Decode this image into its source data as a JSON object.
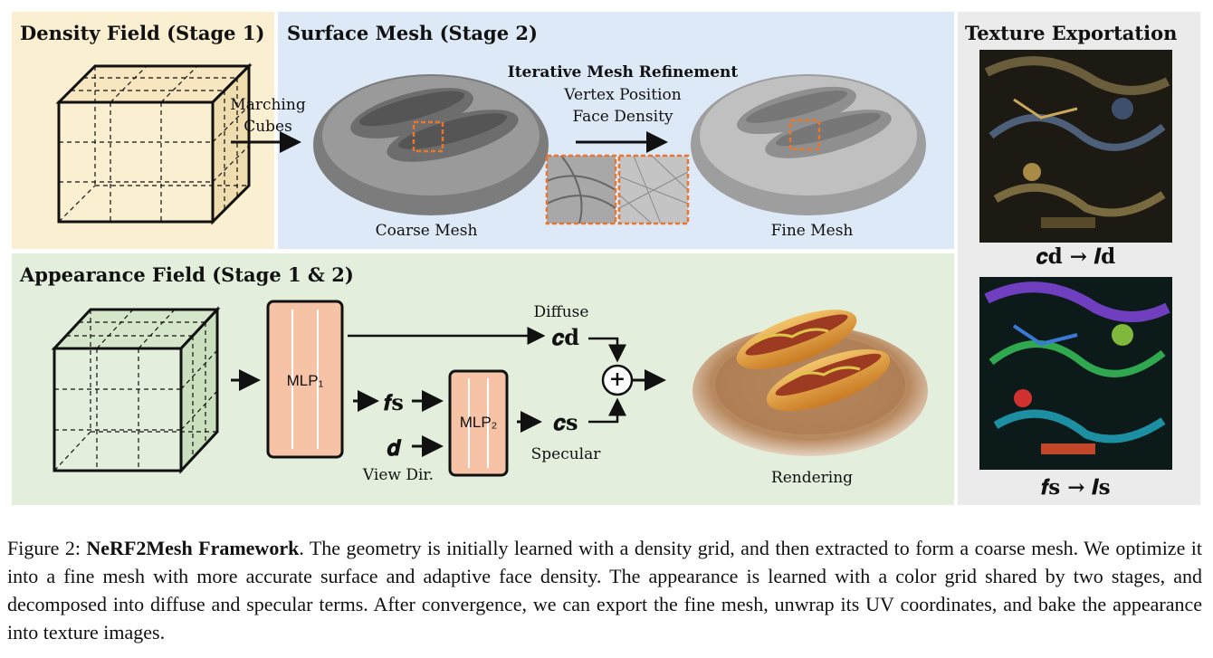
{
  "panels": {
    "density": {
      "title": "Density Field (Stage 1)",
      "color": "#fbefd2"
    },
    "surface": {
      "title": "Surface Mesh (Stage 2)",
      "color": "#dde9f6",
      "marching_cubes": [
        "Marching",
        "Cubes"
      ],
      "refine_title": "Iterative Mesh Refinement",
      "refine_lines": [
        "Vertex Position",
        "Face Density"
      ],
      "coarse_label": "Coarse Mesh",
      "fine_label": "Fine Mesh"
    },
    "appearance": {
      "title": "Appearance Field (Stage 1 & 2)",
      "color": "#e3efdc",
      "mlp1": "MLP₁",
      "mlp2": "MLP₂",
      "fs": "𝒇s",
      "d": "𝒅",
      "view_dir": "View Dir.",
      "diffuse": "Diffuse",
      "cd": "𝒄d",
      "cs": "𝒄s",
      "specular": "Specular",
      "rendering": "Rendering",
      "plus": "+"
    },
    "texture": {
      "title": "Texture Exportation",
      "color": "#ebebeb",
      "label1": "𝒄d → 𝑰d",
      "label2": "𝒇s → 𝑰s"
    }
  },
  "colors": {
    "accent_orange": "#e8762c",
    "mlp_fill": "#f6c3a6"
  },
  "caption": {
    "prefix": "Figure 2: ",
    "bold": "NeRF2Mesh Framework",
    "text": ".  The geometry is initially learned with a density grid, and then extracted to form a coarse mesh. We optimize it into a fine mesh with more accurate surface and adaptive face density. The appearance is learned with a color grid shared by two stages, and decomposed into diffuse and specular terms. After convergence, we can export the fine mesh, unwrap its UV coordinates, and bake the appearance into texture images."
  }
}
